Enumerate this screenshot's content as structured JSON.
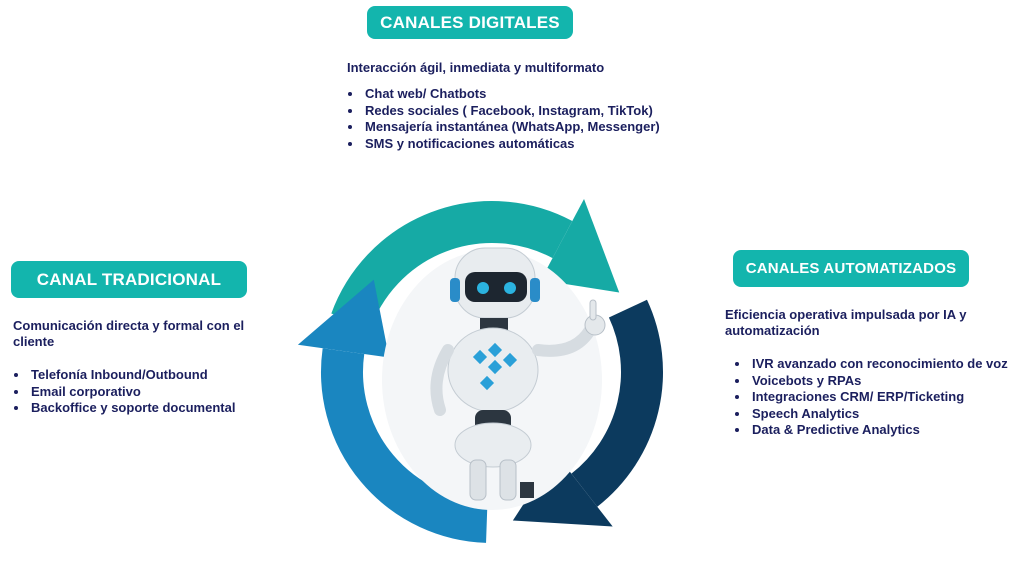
{
  "digital": {
    "title": "CANALES DIGITALES",
    "subtitle": "Interacción ágil, inmediata y multiformato",
    "items": [
      "Chat web/ Chatbots",
      "Redes sociales ( Facebook, Instagram, TikTok)",
      "Mensajería instantánea (WhatsApp, Messenger)",
      "SMS y notificaciones automáticas"
    ]
  },
  "traditional": {
    "title": "CANAL TRADICIONAL",
    "subtitle": "Comunicación directa y formal con el cliente",
    "items": [
      "Telefonía Inbound/Outbound",
      "Email corporativo",
      "Backoffice y soporte documental"
    ]
  },
  "automated": {
    "title": "CANALES AUTOMATIZADOS",
    "subtitle": "Eficiencia operativa impulsada por IA y automatización",
    "items": [
      "IVR avanzado con reconocimiento de voz",
      "Voicebots y RPAs",
      "Integraciones CRM/ ERP/Ticketing",
      "Speech Analytics",
      "Data & Predictive Analytics"
    ]
  },
  "colors": {
    "pill": "#13b5ad",
    "text": "#1b1f5e",
    "teal_arrow": "#16aaa5",
    "navy_arrow": "#0c3a5e",
    "blue_arrow": "#1a86c0"
  }
}
